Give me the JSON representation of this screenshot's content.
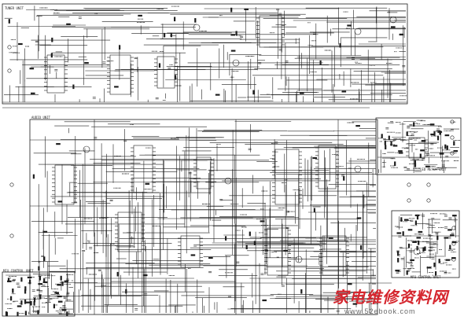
{
  "blocks": {
    "tuner_unit": "TUNER UNIT",
    "audio_unit": "AUDIO UNIT",
    "led_meter_unit": "LED METER UNIT",
    "mix_control_unit": "MIX CONTROL UNIT",
    "control_unit": "MP3 CONTROL UNIT"
  },
  "watermark": {
    "site_name": "家电维修资料网",
    "url": "www.52ebook.com"
  },
  "colors": {
    "ink": "#1f1f1f",
    "paper": "#ffffff",
    "watermark_red": "#d5262e",
    "watermark_gray": "#6a6a6a"
  }
}
